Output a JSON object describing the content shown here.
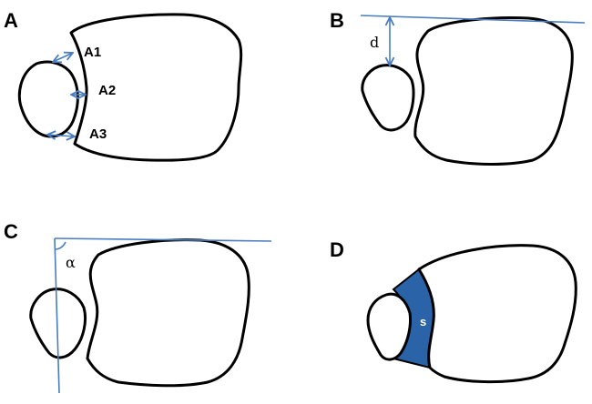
{
  "panels": {
    "a": {
      "label": "A",
      "measures": [
        "A1",
        "A2",
        "A3"
      ]
    },
    "b": {
      "label": "B",
      "measure": "d"
    },
    "c": {
      "label": "C",
      "measure": "α"
    },
    "d": {
      "label": "D",
      "measure": "s"
    }
  },
  "colors": {
    "line": "#4a7dbf",
    "fill": "#2b63a8",
    "outline": "#000000"
  }
}
